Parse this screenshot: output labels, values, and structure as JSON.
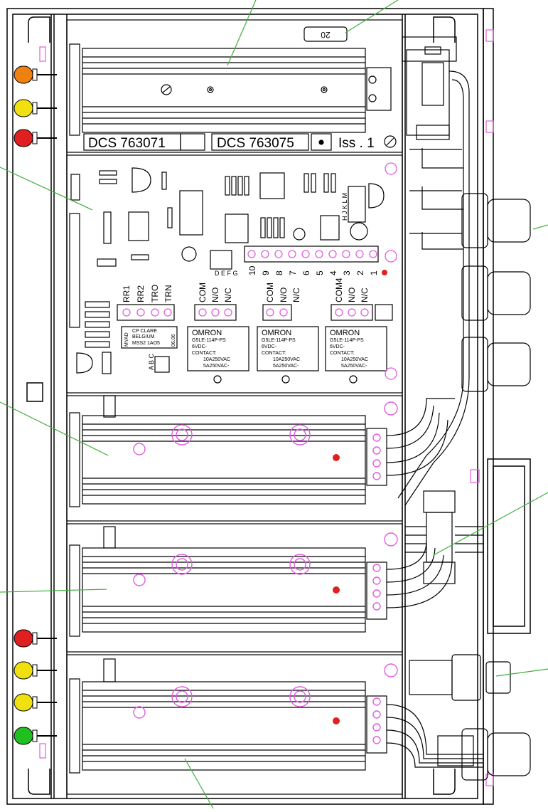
{
  "title": "",
  "colors": {
    "leader": "#3fae3a",
    "magenta": "#e05ce0",
    "led_red": "#e02020",
    "led_orange": "#f08010",
    "led_yellow": "#f0e010",
    "led_green": "#20c020",
    "outline": "#000000"
  },
  "top_module": {
    "part_a": "DCS 763071",
    "part_b": "DCS 763075",
    "issue": "Iss . 1",
    "fuse": "20"
  },
  "pcb": {
    "jumper_top": "H J K L M",
    "jumper_mid": "D E F G",
    "jumper_low": "A B C",
    "terminals_top": [
      "10",
      "9",
      "8",
      "7",
      "6",
      "5",
      "4",
      "3",
      "2",
      "1"
    ],
    "terminals_left": [
      "RR1",
      "RR2",
      "TRO",
      "TRN"
    ],
    "relay_terms": [
      "COM",
      "N/O",
      "N/C"
    ],
    "relay_terms_2": [
      "COM",
      "N/O",
      "N/C"
    ],
    "relay_terms_3": [
      "COM4",
      "N/O",
      "N/C"
    ],
    "relay_chip": {
      "maker": "CP CLARE",
      "country": "BELGIUM",
      "part": "MSS2 1AO5",
      "side": "MYAD",
      "code": "06.06"
    },
    "relays": [
      {
        "brand": "OMRON",
        "model": "G5LE-114P-PS",
        "coil": "6VDC-",
        "contact": "CONTACT:",
        "rating1": "10A250VAC",
        "rating2": "5A250VAC-"
      },
      {
        "brand": "OMRON",
        "model": "G5LE-114P-PS",
        "coil": "6VDC-",
        "contact": "CONTACT:",
        "rating1": "10A250VAC",
        "rating2": "5A250VAC-"
      },
      {
        "brand": "OMRON",
        "model": "G5LE-114P-PS",
        "coil": "6VDC-",
        "contact": "CONTACT:",
        "rating1": "10A250VAC",
        "rating2": "5A250VAC-"
      }
    ]
  },
  "leds": {
    "top": [
      "orange",
      "yellow",
      "red"
    ],
    "bottom": [
      "red",
      "yellow",
      "yellow",
      "green"
    ]
  }
}
